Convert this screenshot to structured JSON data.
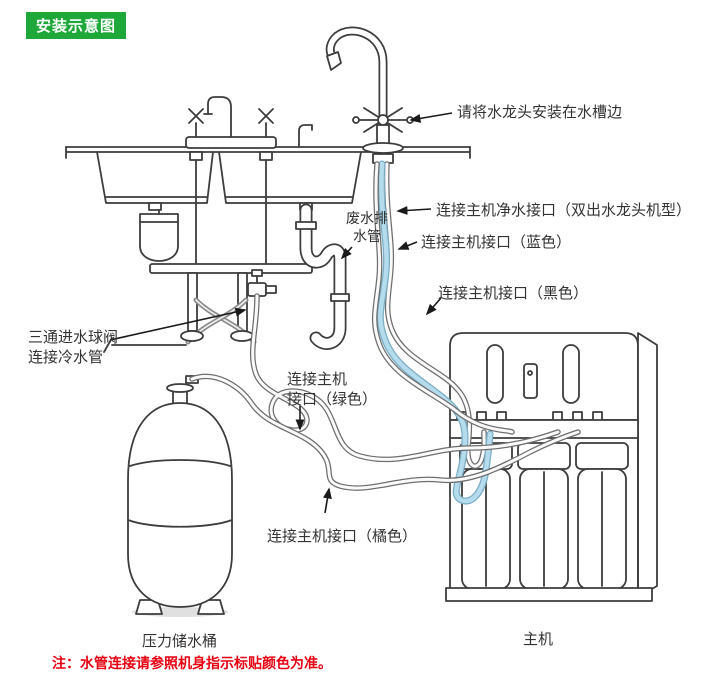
{
  "header": {
    "badge_label": "安装示意图"
  },
  "annotations": {
    "faucet_tip": "请将水龙头安装在水槽边",
    "purified_port": "连接主机净水接口（双出水龙头机型）",
    "blue_port": "连接主机接口（蓝色）",
    "black_port": "连接主机接口（黑色）",
    "waste_pipe": "废水排\n水管",
    "inlet_valve": "三通进水球阀\n连接冷水管",
    "green_port": "连接主机\n接口（绿色）",
    "orange_port": "连接主机接口（橘色）",
    "tank_caption": "压力储水桶",
    "main_unit_caption": "主机"
  },
  "footer": {
    "note": "注：水管连接请参照机身指示标贴颜色为准。"
  },
  "colors": {
    "badge_bg": "#1fa83a",
    "note_red": "#e60012",
    "line": "#3d3d3d",
    "tube_blue": "#b5dcec"
  }
}
